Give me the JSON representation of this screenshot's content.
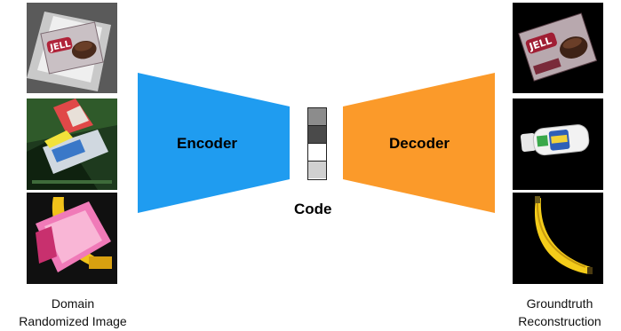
{
  "encoder": {
    "label": "Encoder",
    "color": "#1f9cf0"
  },
  "decoder": {
    "label": "Decoder",
    "color": "#fb9a2a"
  },
  "code": {
    "label": "Code",
    "cells": [
      "#8c8c8c",
      "#4a4a4a",
      "#ffffff",
      "#d0d0d0"
    ]
  },
  "left_column": {
    "caption_line1": "Domain",
    "caption_line2": "Randomized Image",
    "images": [
      "jello-box-randomized-icon",
      "bottle-randomized-icon",
      "banana-randomized-icon"
    ]
  },
  "right_column": {
    "caption_line1": "Groundtruth",
    "caption_line2": "Reconstruction",
    "images": [
      "jello-box-icon",
      "bottle-icon",
      "banana-icon"
    ]
  }
}
